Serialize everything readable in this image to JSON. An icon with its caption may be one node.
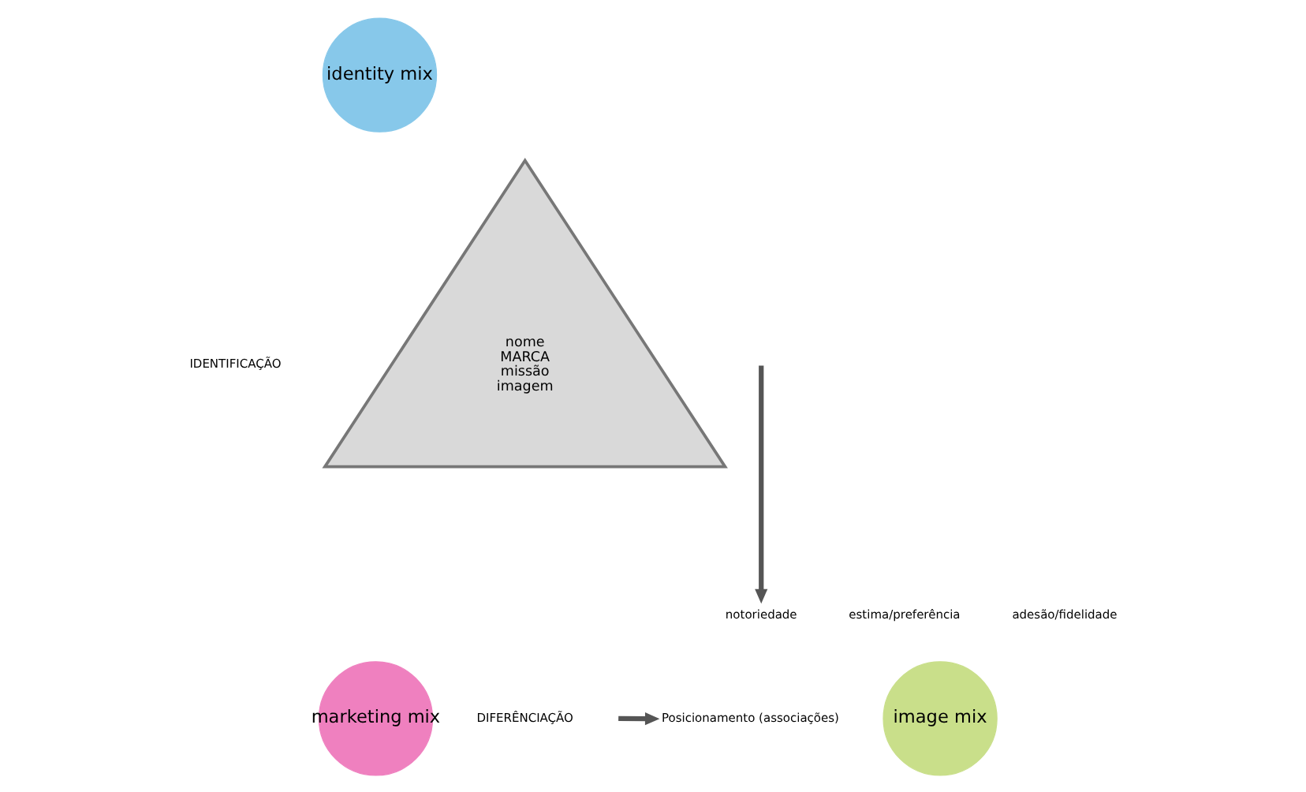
{
  "diagram": {
    "nodes": [
      {
        "text": [
          "identity mix"
        ]
      },
      {
        "text": [
          "nome",
          "MARCA",
          "missão",
          "imagem"
        ]
      },
      {
        "text": [
          "marketing mix"
        ]
      },
      {
        "text": [
          "notoriedade"
        ]
      },
      {
        "text": [
          "Posicionamento (associações)"
        ]
      },
      {
        "text": [
          "image mix"
        ]
      }
    ],
    "edges": [
      {
        "from": null,
        "to": 3,
        "arrow": "to"
      },
      {
        "from": null,
        "to": 4,
        "arrow": "to"
      }
    ],
    "labels": [
      "IDENTIFICAÇÃO",
      "estima/preferência",
      "adesão/fidelidade",
      "DIFERÊNCIAÇÃO"
    ]
  }
}
